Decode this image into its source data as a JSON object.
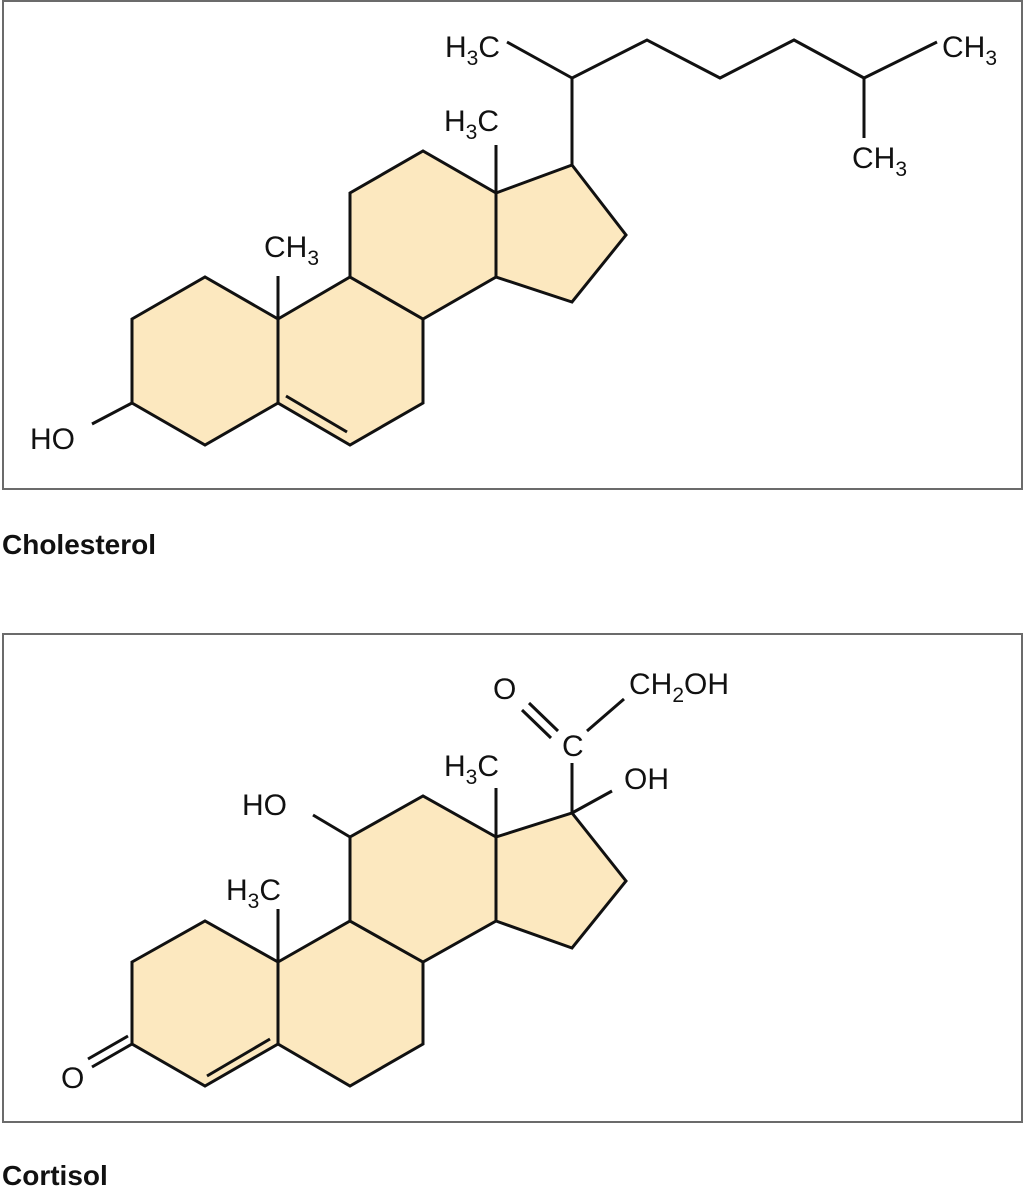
{
  "colors": {
    "ring_fill": "#fce8bf",
    "line": "#111111",
    "border": "#6b6b6b"
  },
  "cholesterol": {
    "caption": "Cholesterol",
    "labels": {
      "h3c_side": {
        "main": "H",
        "sub": "3",
        "tail": "C"
      },
      "ch3_right": {
        "main": "CH",
        "sub": "3"
      },
      "ch3_lower": {
        "main": "CH",
        "sub": "3"
      },
      "h3c_ring": {
        "main": "H",
        "sub": "3",
        "tail": "C"
      },
      "ch3_ring": {
        "main": "CH",
        "sub": "3"
      },
      "ho": "HO"
    }
  },
  "cortisol": {
    "caption": "Cortisol",
    "labels": {
      "o_keto": "O",
      "ch2oh": {
        "main": "CH",
        "sub": "2",
        "tail": "OH"
      },
      "c_center": "C",
      "h3c_ring": {
        "main": "H",
        "sub": "3",
        "tail": "C"
      },
      "oh_ring": "OH",
      "ho_ring": "HO",
      "h3c_left": {
        "main": "H",
        "sub": "3",
        "tail": "C"
      },
      "o_ring": "O"
    }
  }
}
